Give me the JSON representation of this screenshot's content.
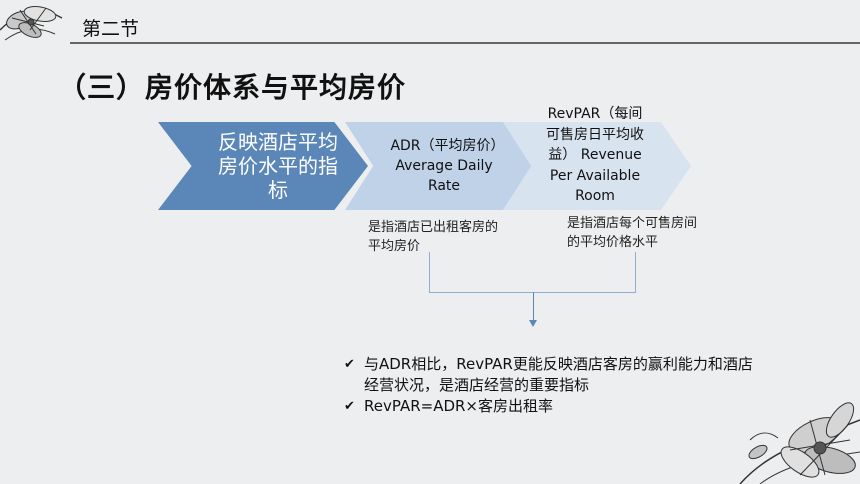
{
  "header": {
    "section": "第二节"
  },
  "title": "（三）房价体系与平均房价",
  "flow": {
    "step1": "反映酒店平均房价水平的指标",
    "step2": "ADR（平均房价）Average Daily Rate",
    "step3": "RevPAR（每间可售房日平均收益） Revenue Per Available Room"
  },
  "descriptions": {
    "adr": "是指酒店已出租客房的平均房价",
    "revpar": "是指酒店每个可售房间的平均价格水平"
  },
  "bullets": [
    "与ADR相比，RevPAR更能反映酒店客房的赢利能力和酒店经营状况，是酒店经营的重要指标",
    "RevPAR=ADR×客房出租率"
  ],
  "colors": {
    "background": "#eceef0",
    "chevron_dark": "#5b87b8",
    "chevron_mid": "#bfd2e8",
    "chevron_light": "#d8e3f0",
    "connector": "#8eaed4"
  },
  "icons": {
    "bullet": "check-icon",
    "decoration": "flower-ink-decoration"
  }
}
